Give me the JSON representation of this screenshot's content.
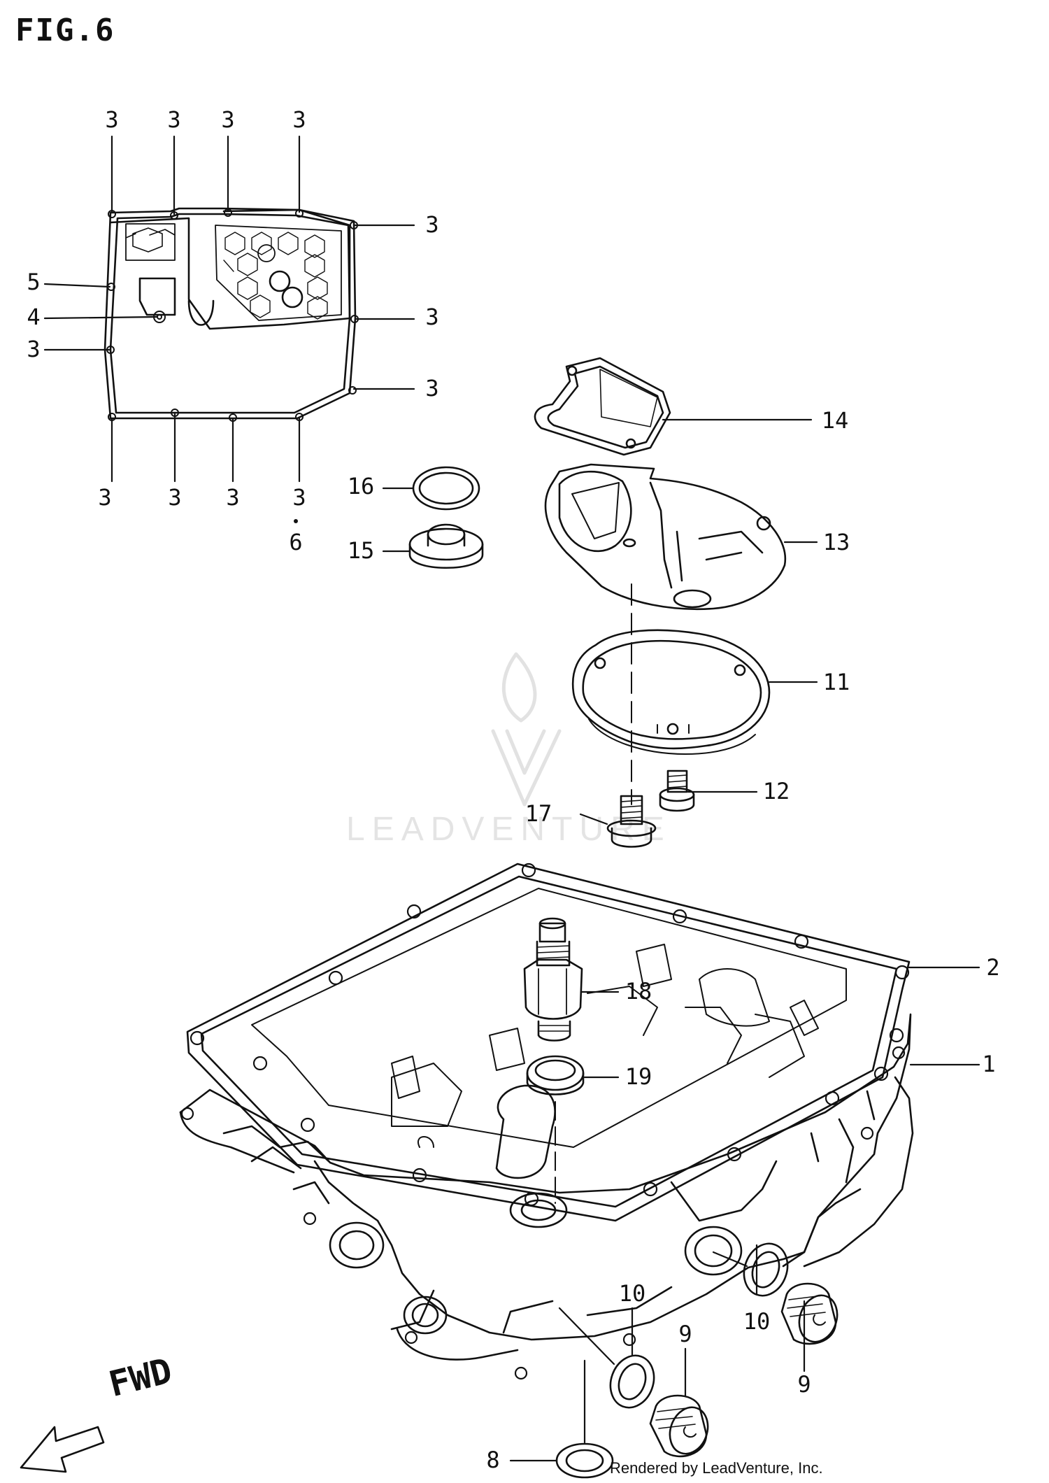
{
  "figure": {
    "title": "FIG.6",
    "credit": "Rendered by LeadVenture, Inc.",
    "watermark": "LEADVENTURE",
    "direction_label": "FWD"
  },
  "callouts": [
    {
      "id": "c1",
      "text": "3"
    },
    {
      "id": "c2",
      "text": "3"
    },
    {
      "id": "c3",
      "text": "3"
    },
    {
      "id": "c4",
      "text": "3"
    },
    {
      "id": "c5",
      "text": "3"
    },
    {
      "id": "c6",
      "text": "5"
    },
    {
      "id": "c7",
      "text": "4"
    },
    {
      "id": "c8",
      "text": "3"
    },
    {
      "id": "c9",
      "text": "3"
    },
    {
      "id": "c10",
      "text": "3"
    },
    {
      "id": "c11",
      "text": "3"
    },
    {
      "id": "c12",
      "text": "3"
    },
    {
      "id": "c13",
      "text": "3"
    },
    {
      "id": "c14",
      "text": "3"
    },
    {
      "id": "c15",
      "text": "6"
    },
    {
      "id": "c16",
      "text": "14"
    },
    {
      "id": "c17",
      "text": "16"
    },
    {
      "id": "c18",
      "text": "15"
    },
    {
      "id": "c19",
      "text": "13"
    },
    {
      "id": "c20",
      "text": "11"
    },
    {
      "id": "c21",
      "text": "12"
    },
    {
      "id": "c22",
      "text": "17"
    },
    {
      "id": "c23",
      "text": "2"
    },
    {
      "id": "c24",
      "text": "18"
    },
    {
      "id": "c25",
      "text": "1"
    },
    {
      "id": "c26",
      "text": "19"
    },
    {
      "id": "c27",
      "text": "10"
    },
    {
      "id": "c28",
      "text": "10"
    },
    {
      "id": "c29",
      "text": "9"
    },
    {
      "id": "c30",
      "text": "9"
    },
    {
      "id": "c31",
      "text": "8"
    }
  ],
  "colors": {
    "line": "#111111",
    "watermark": "#cfcfcf"
  }
}
